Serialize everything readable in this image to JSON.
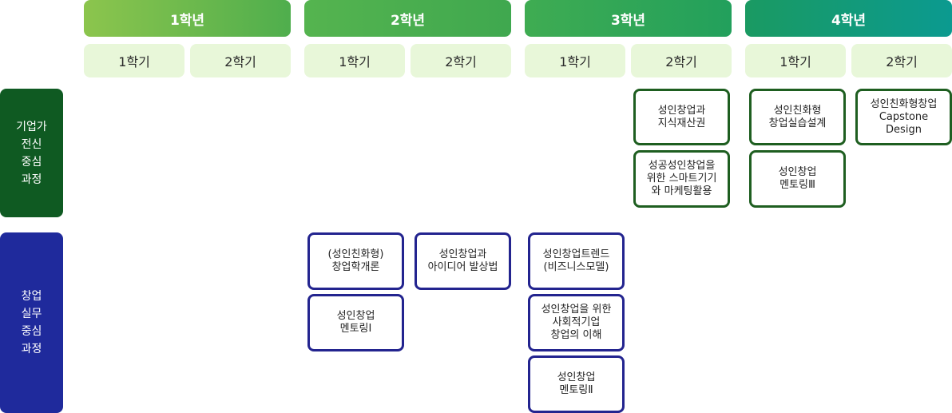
{
  "years": [
    "1학년",
    "2학년",
    "3학년",
    "4학년"
  ],
  "semesters": [
    "1학기",
    "2학기",
    "1학기",
    "2학기",
    "1학기",
    "2학기",
    "1학기",
    "2학기"
  ],
  "tracks": {
    "entrepreneur": "기업가\n전신\n중심\n과정",
    "practice": "창업\n실무\n중심\n과정"
  },
  "courses": {
    "ip": "성인창업과\n지식재산권",
    "smart_marketing": "성공성인창업을\n위한 스마트기기\n와 마케팅활용",
    "practical_design": "성인친화형\n창업실습설계",
    "mentoring3": "성인창업\n멘토링Ⅲ",
    "capstone": "성인친화형창업\nCapstone\nDesign",
    "intro": "(성인친화형)\n창업학개론",
    "mentoring1": "성인창업\n멘토링Ⅰ",
    "idea": "성인창업과\n아이디어 발상법",
    "trend": "성인창업트렌드\n(비즈니스모델)",
    "social": "성인창업을 위한\n사회적기업\n창업의 이해",
    "mentoring2": "성인창업\n멘토링Ⅱ"
  },
  "colors": {
    "green_track": "#0f5a22",
    "blue_track": "#1f2a9c",
    "semester_bg": "#e8f7d9"
  }
}
